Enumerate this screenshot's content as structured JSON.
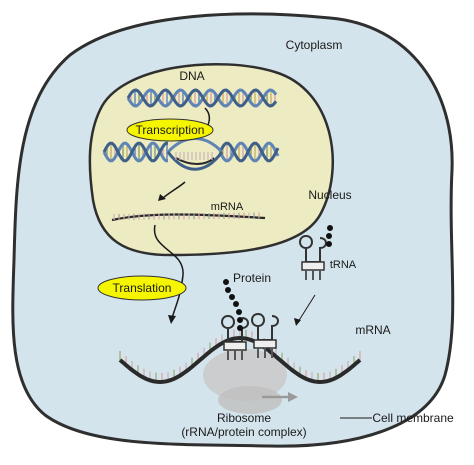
{
  "labels": {
    "cytoplasm": "Cytoplasm",
    "dna": "DNA",
    "transcription": "Transcription",
    "nucleus": "Nucleus",
    "mrna_nucleus": "mRNA",
    "translation": "Translation",
    "protein": "Protein",
    "trna": "tRNA",
    "mrna_ribosome": "mRNA",
    "ribosome_line1": "Ribosome",
    "ribosome_line2": "(rRNA/protein complex)",
    "cell_membrane": "Cell membrane"
  },
  "colors": {
    "cell_fill": "#d4e4ec",
    "cell_stroke": "#2f2f2f",
    "nucleus_fill": "#ecebc2",
    "highlight_yellow": "#f5f500",
    "dna_blue": "#5f84b6",
    "strand_dark": "#2a2a2a",
    "base_red": "#d9a6a6",
    "base_pink": "#ccb4b8",
    "ribosome_gray": "#c9c9c9"
  }
}
